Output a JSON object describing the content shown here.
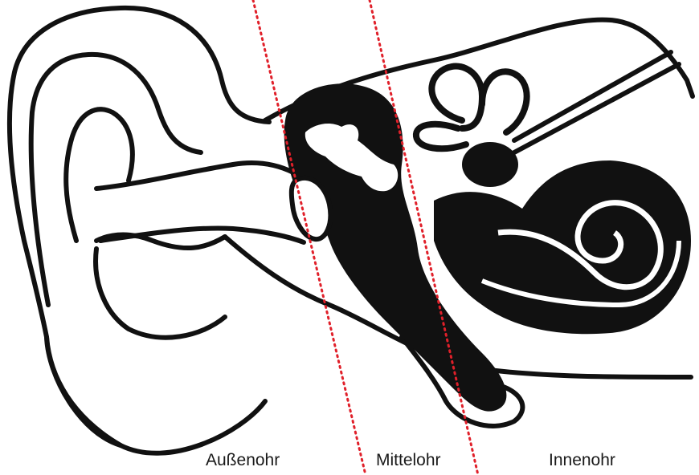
{
  "diagram": {
    "labels": {
      "outer_ear": "Außenohr",
      "middle_ear": "Mittelohr",
      "inner_ear": "Innenohr"
    },
    "colors": {
      "outline": "#111111",
      "fill_dark": "#111111",
      "fill_light": "#ffffff",
      "divider": "#e0202a"
    },
    "divider_style": "dotted"
  }
}
